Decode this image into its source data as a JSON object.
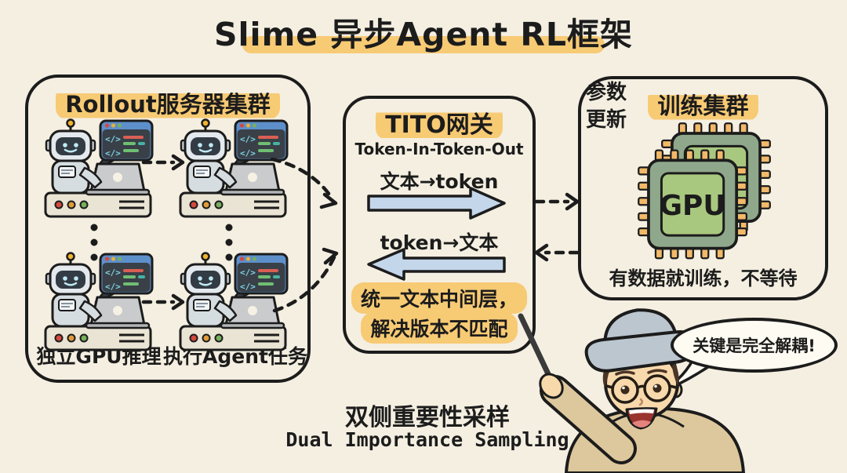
{
  "title": "Slime 异步Agent RL框架",
  "colors": {
    "background": "#f4efe1",
    "accent_yellow": "#f7ca74",
    "arrow_blue": "#c3d6ea",
    "chip_green": "#a9c87f",
    "ink": "#1c1c1c"
  },
  "rollout_box": {
    "title": "Rollout服务器集群",
    "label_gpu": "独立GPU推理",
    "label_agent": "执行Agent任务"
  },
  "tito_box": {
    "title": "TITO网关",
    "subtitle": "Token-In-Token-Out",
    "to_token_label": "文本→token",
    "to_text_label": "token→文本",
    "note_line1": "统一文本中间层，",
    "note_line2": "解决版本不匹配"
  },
  "training_box": {
    "title": "训练集群",
    "param_line1": "参数",
    "param_line2": "更新",
    "gpu_chip_label": "GPU",
    "note": "有数据就训练，不等待"
  },
  "footer": {
    "cn": "双侧重要性采样",
    "en": "Dual Importance Sampling"
  },
  "speech_bubble": {
    "text": "关键是完全解耦!"
  },
  "icons": {
    "code_glyph": "</>"
  }
}
